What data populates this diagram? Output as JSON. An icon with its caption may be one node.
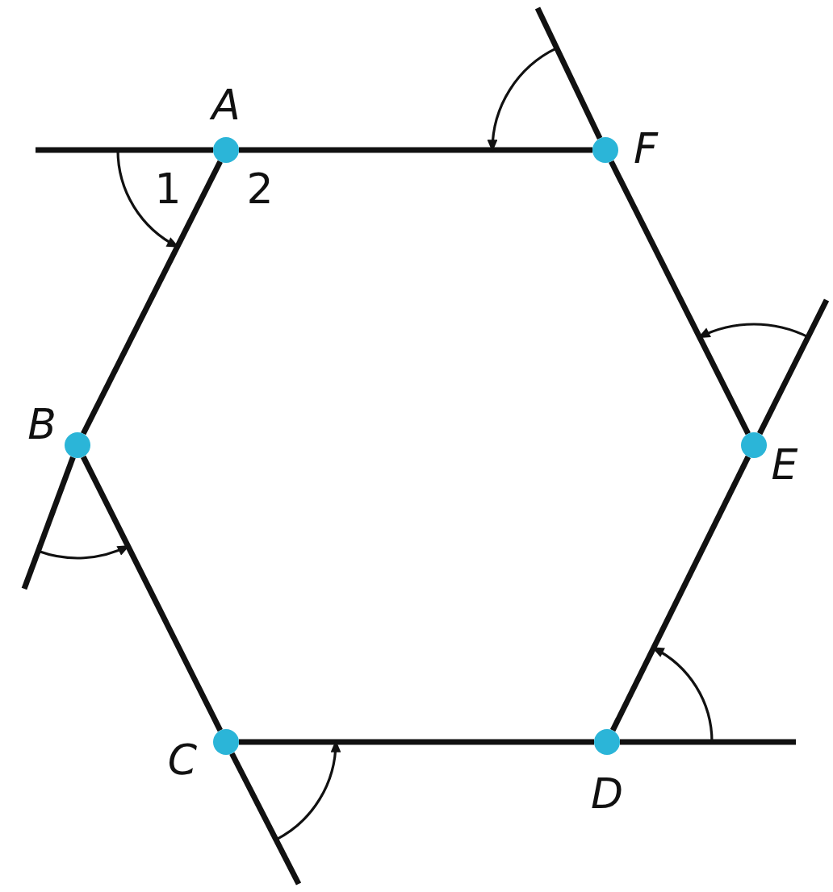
{
  "diagram": {
    "nodes": [
      {
        "text": [
          "A"
        ]
      },
      {
        "text": [
          "B"
        ]
      },
      {
        "text": [
          "C"
        ]
      },
      {
        "text": [
          "D"
        ]
      },
      {
        "text": [
          "E"
        ]
      },
      {
        "text": [
          "F"
        ]
      }
    ],
    "edges": [
      {
        "from": 0,
        "to": 1,
        "arrow": "none"
      },
      {
        "from": 1,
        "to": 2,
        "arrow": "none"
      },
      {
        "from": 2,
        "to": 3,
        "arrow": "none"
      },
      {
        "from": 3,
        "to": 4,
        "arrow": "none"
      },
      {
        "from": 4,
        "to": 5,
        "arrow": "none"
      },
      {
        "from": 5,
        "to": 0,
        "arrow": "none"
      },
      {
        "from": 0,
        "to": null,
        "arrow": "none"
      },
      {
        "from": 1,
        "to": null,
        "arrow": "none"
      },
      {
        "from": 2,
        "to": null,
        "arrow": "none"
      },
      {
        "from": 3,
        "to": null,
        "arrow": "none"
      },
      {
        "from": 4,
        "to": null,
        "arrow": "none"
      },
      {
        "from": 5,
        "to": null,
        "arrow": "none"
      }
    ],
    "labels": [
      "1",
      "2"
    ]
  }
}
